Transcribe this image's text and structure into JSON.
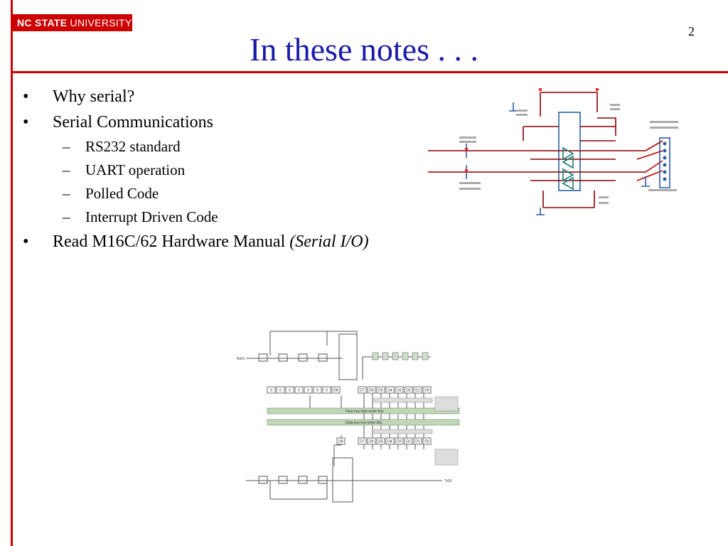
{
  "header": {
    "logo_bold": "NC STATE",
    "logo_light": "UNIVERSITY",
    "slide_number": "2",
    "title": "In these notes . . ."
  },
  "bullets": [
    {
      "text": "Why serial?",
      "sub": []
    },
    {
      "text": "Serial Communications",
      "sub": [
        "RS232 standard",
        "UART operation",
        "Polled Code",
        "Interrupt Driven Code"
      ]
    },
    {
      "text": "Read M16C/62 Hardware Manual ",
      "emphasis": "(Serial I/O)",
      "sub": []
    }
  ],
  "diagram": {
    "rxd_label": "RxDi",
    "txd_label": "TxDi",
    "data_bus_high": "Data bus high-order bits",
    "data_bus_low": "Data bus low-order bits",
    "receive_reg_bits": [
      "0",
      "0",
      "0",
      "0",
      "0",
      "0",
      "0",
      "D8",
      "D7",
      "D6",
      "D5",
      "D4",
      "D3",
      "D2",
      "D1",
      "D0"
    ],
    "transmit_reg_bits": [
      "D8",
      "D7",
      "D6",
      "D5",
      "D4",
      "D3",
      "D2",
      "D1",
      "D0"
    ]
  },
  "colors": {
    "brand_red": "#cc0000",
    "title_blue": "#1a1aa8",
    "bus_green": "#bcd8b4"
  }
}
